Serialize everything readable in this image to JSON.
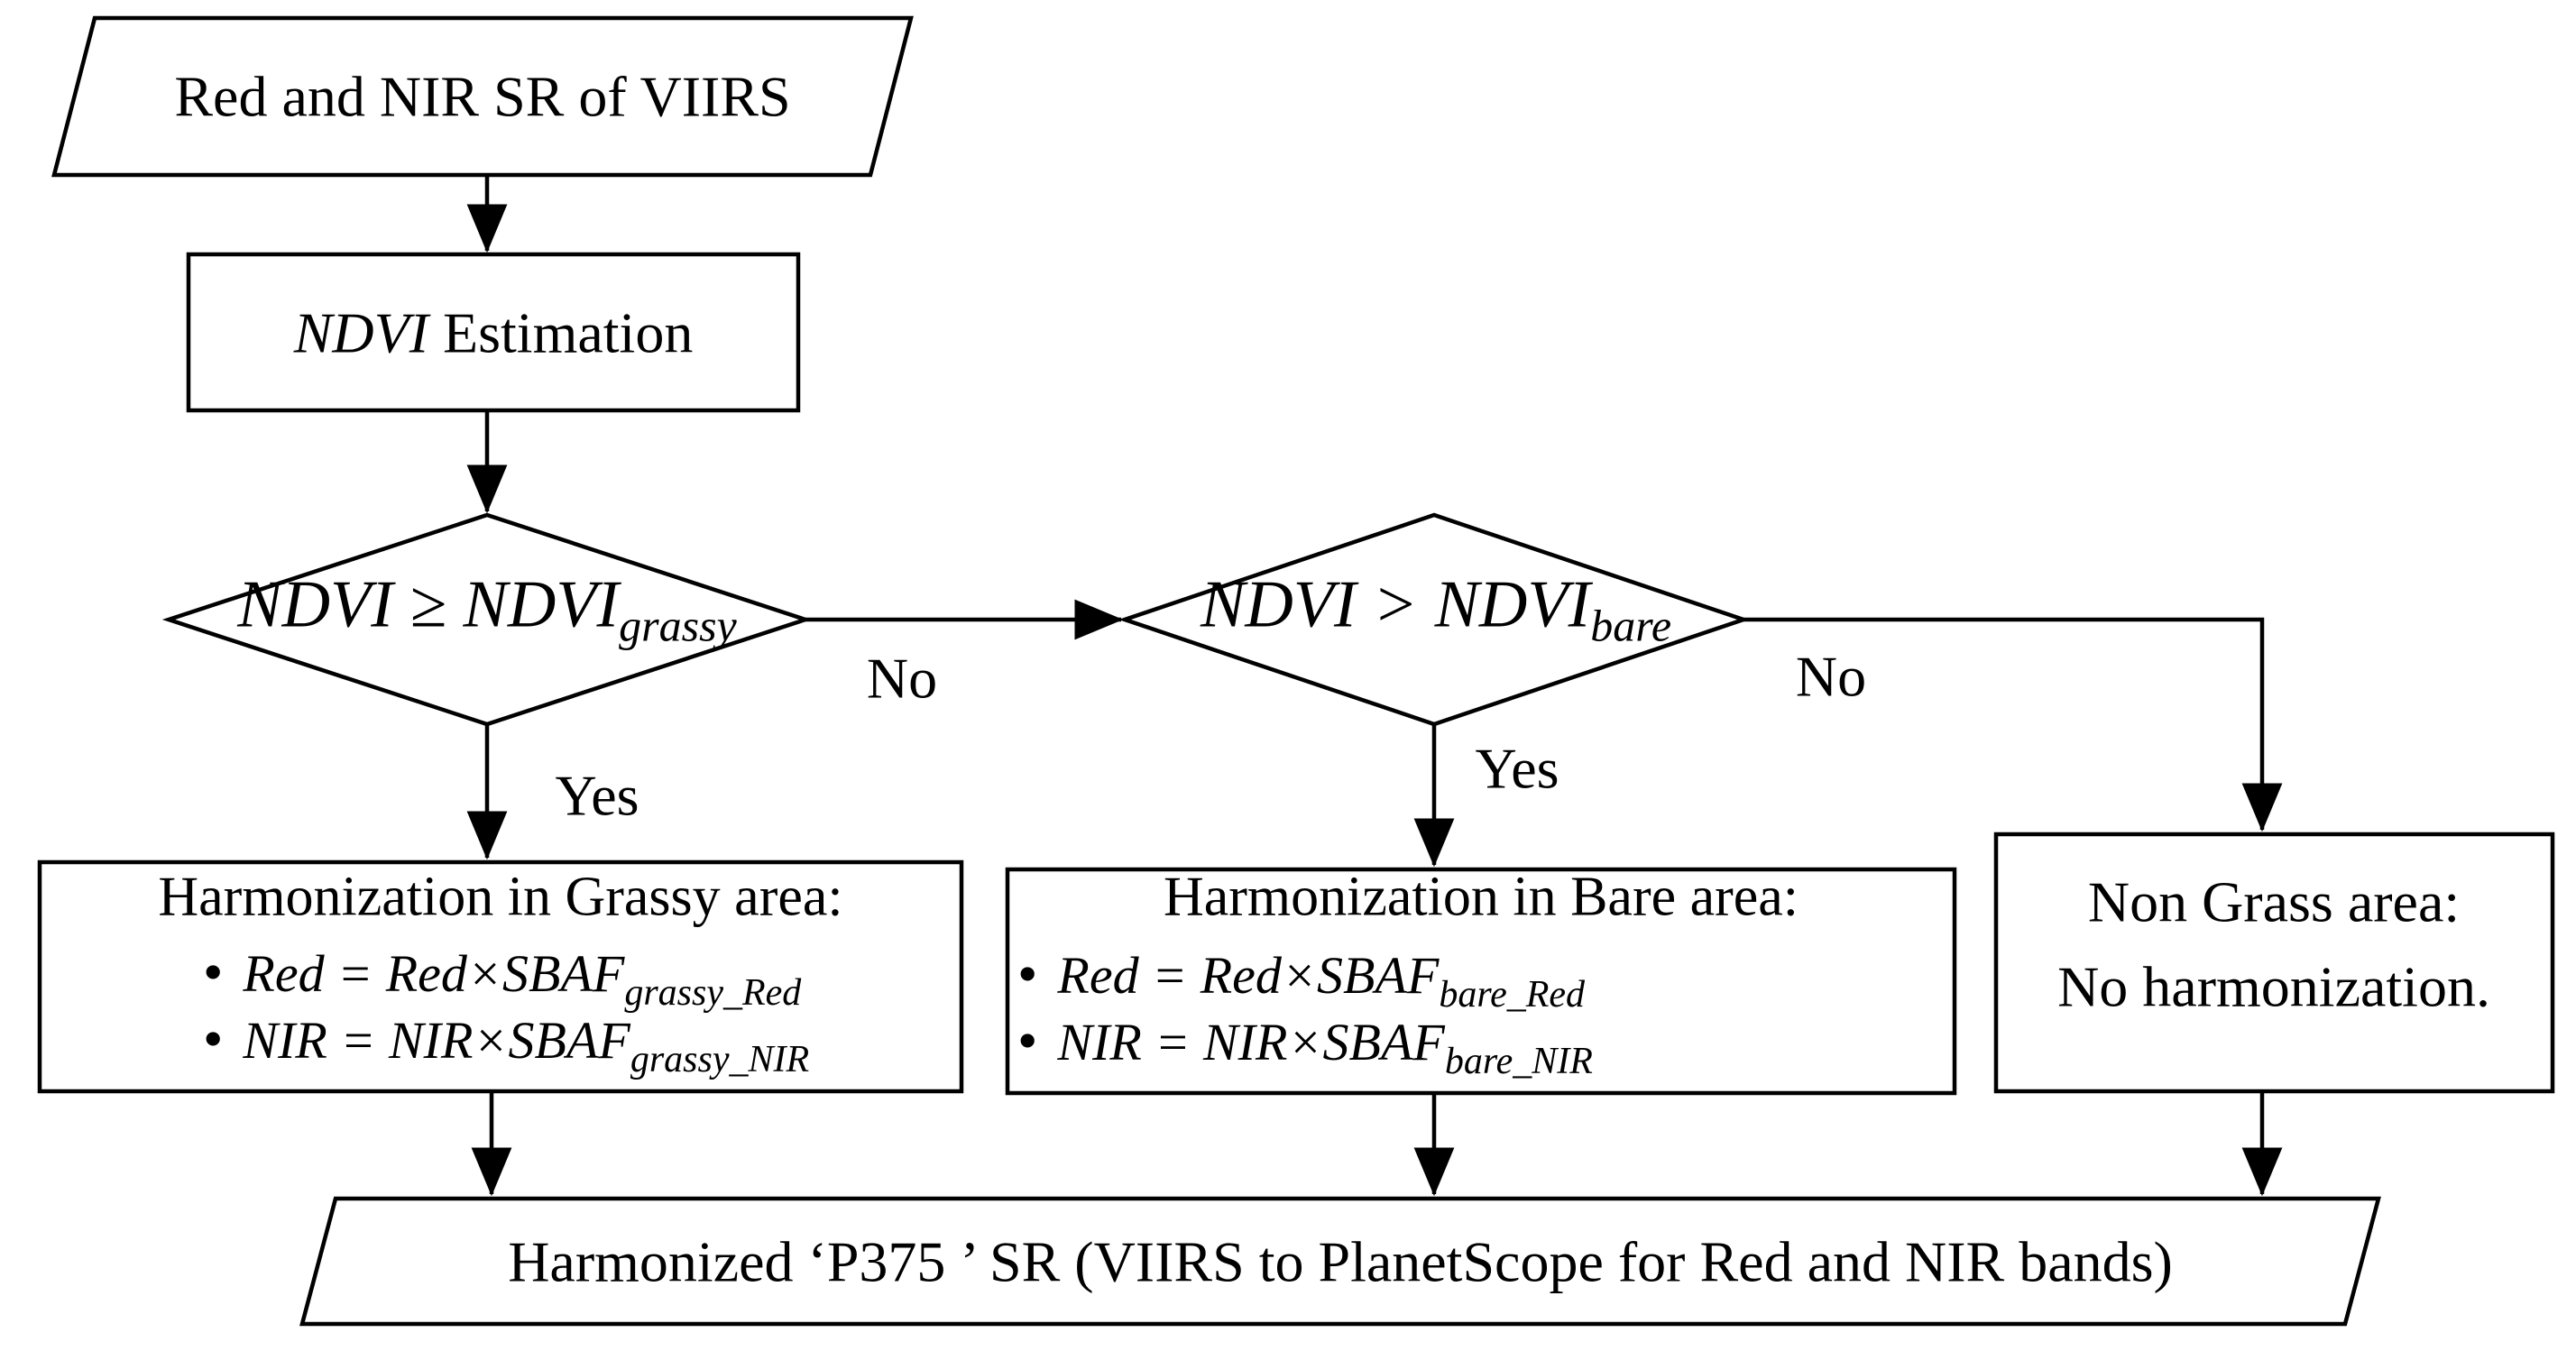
{
  "figure": {
    "background": "#ffffff",
    "line_color": "#000000",
    "bullet_marker": "•"
  },
  "nodes": {
    "input": {
      "label": "Red and NIR SR of VIIRS"
    },
    "ndvi_estimation": {
      "label_math": "NDVI",
      "label_text": " Estimation"
    },
    "decision_grassy": {
      "cond_main": "NDVI ≥ NDVI",
      "cond_sub": "grassy"
    },
    "decision_bare": {
      "cond_main": "NDVI > NDVI",
      "cond_sub": "bare"
    },
    "harmonization_grassy": {
      "title": "Harmonization in Grassy area:",
      "bullets": [
        {
          "main": "Red = Red×SBAF",
          "sub": "grassy_Red"
        },
        {
          "main": "NIR = NIR×SBAF",
          "sub": "grassy_NIR"
        }
      ]
    },
    "harmonization_bare": {
      "title": "Harmonization in Bare area:",
      "bullets": [
        {
          "main": "Red = Red×SBAF",
          "sub": "bare_Red"
        },
        {
          "main": "NIR = NIR×SBAF",
          "sub": "bare_NIR"
        }
      ]
    },
    "non_grass": {
      "line1": "Non Grass area:",
      "line2": "No harmonization."
    },
    "output": {
      "label": "Harmonized ‘P375 ’ SR (VIIRS to PlanetScope for Red and NIR bands)"
    }
  },
  "edge_labels": {
    "no_1": "No",
    "yes_1": "Yes",
    "no_2": "No",
    "yes_2": "Yes"
  }
}
